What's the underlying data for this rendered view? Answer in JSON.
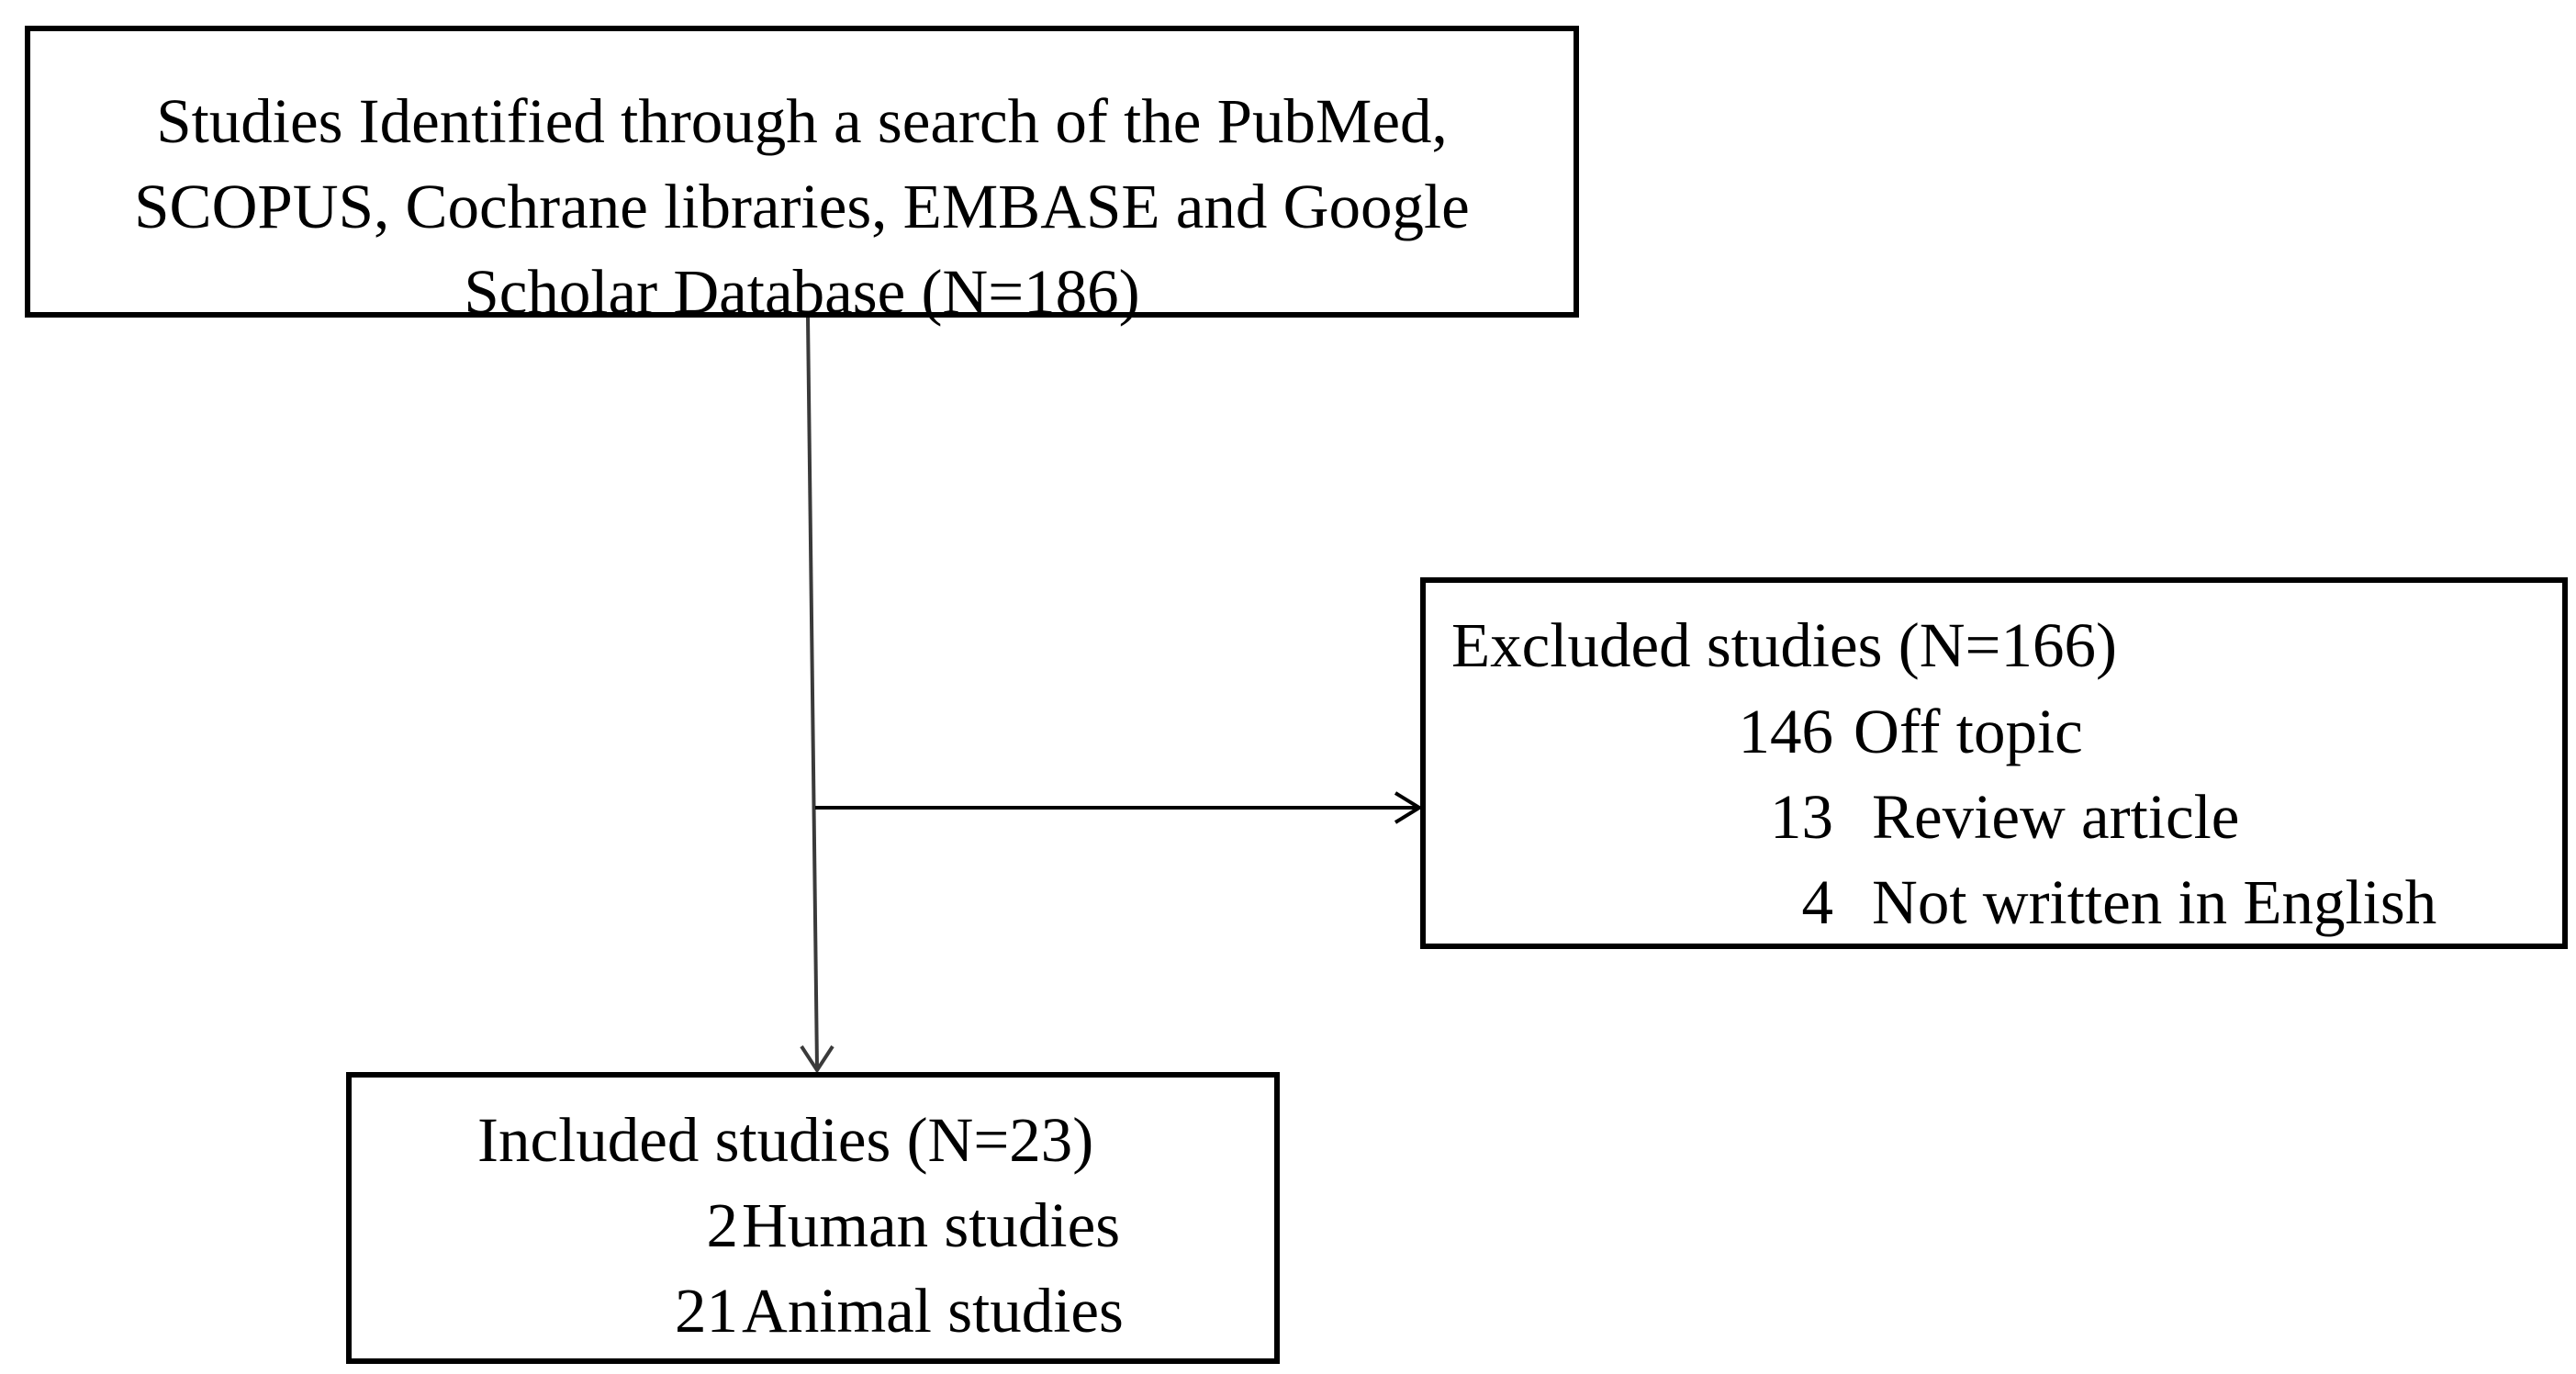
{
  "search_box": {
    "lines": [
      "Studies Identified through a search of the PubMed,",
      "SCOPUS, Cochrane libraries, EMBASE and Google",
      "Scholar Database (N=186)"
    ]
  },
  "excluded_box": {
    "title": "Excluded studies (N=166)",
    "items": [
      {
        "count": "146",
        "label": "Off topic"
      },
      {
        "count": "13",
        "label": "Review article"
      },
      {
        "count": "4",
        "label": "Not written in English"
      }
    ]
  },
  "included_box": {
    "title": "Included studies (N=23)",
    "items": [
      {
        "count": "2",
        "label": "Human studies"
      },
      {
        "count": "21",
        "label": "Animal studies"
      }
    ]
  },
  "colors": {
    "line": "#000000",
    "arrow": "#3a3a3a",
    "background": "#ffffff"
  }
}
